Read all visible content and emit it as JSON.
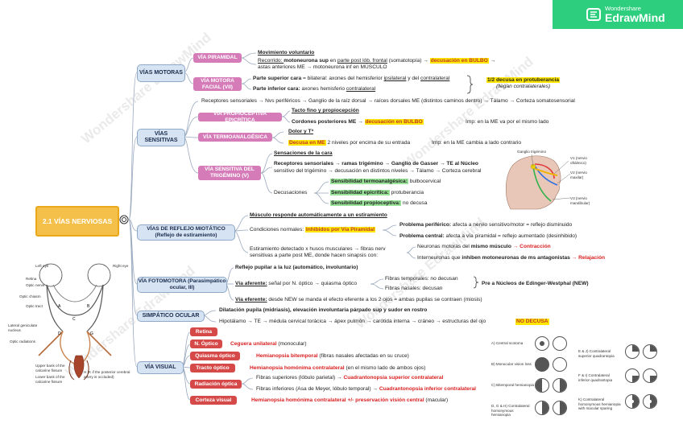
{
  "logo": {
    "line1": "Wondershare",
    "line2": "EdrawMind"
  },
  "watermark": "Wondershare EdrawMind",
  "central": "2.1 VÍAS NERVIOSAS",
  "motoras": {
    "title": "VÍAS MOTORAS",
    "piramidal": {
      "label": "VÍA PIRAMIDAL",
      "l1": "Movimiento voluntario",
      "l2a": "Recorrido: ",
      "l2b": "motoneurona sup",
      "l2c": " en ",
      "l2d": "parte post lób. frontal",
      "l2e": " (somatotopía) → ",
      "l2f": "decusación en BULBO",
      "l2g": " →",
      "l3": "astas anteriores ME → motoneurona inf en MÚSCULO"
    },
    "facial": {
      "label": "VÍA MOTORA FACIAL (VII)",
      "sup_a": "Parte superior cara",
      "sup_b": " = bilateral: axones del hemisferior ",
      "sup_c": "ipsilateral",
      "sup_d": " y del ",
      "sup_e": "contralateral",
      "inf_a": "Parte inferior cara:",
      "inf_b": " axones hemisferio ",
      "inf_c": "contralateral",
      "note1": "1/2 decusa en protuberancia",
      "note2": "(llegan contralaterales)"
    }
  },
  "sensitivas": {
    "title": "VÍAS SENSITIVAS",
    "receptores": "Receptores sensoriales → Nvs periféricos → Ganglio de la raíz dorsal → raíces dorsales ME (distintos caminos dentro) → Tálamo → Corteza somatosensorial",
    "epicritica": {
      "label": "VÍA PROPIOCEPTIVA EPICRÍTICA",
      "l1": "Tacto fino y propiocepción",
      "l2a": "Cordones posteriores ME → ",
      "l2b": "decusación en BULBO",
      "imp": "Imp: en la ME va por el mismo lado"
    },
    "termo": {
      "label": "VÍA TERMOANALGÉSICA",
      "l1": "Dolor y Tª",
      "l2a": "Decusa en ME",
      "l2b": " 2 niveles por encima de su entrada",
      "imp": "Imp: en la ME cambia a lado contrario"
    },
    "trigemino": {
      "label": "VÍA SENSITIVA DEL TRIGÉMINO (V)",
      "l1": "Sensaciones de la cara",
      "l2": "Receptores sensoriales → ramas trigémino → Ganglio de Gasser → TE al Núcleo",
      "l3": "sensitivo del trigémino → decusación en distintos niveles → Tálamo → Corteza cerebral",
      "dec": "Decusaciones",
      "d1a": "Sensibilidad termoanalgésica:",
      "d1b": " bulbocervical",
      "d2a": "Sensibilidad epicrítica:",
      "d2b": " protuberancia",
      "d3a": "Sensibilidad propioceptiva:",
      "d3b": " no decusa"
    }
  },
  "reflejo": {
    "title": "VÍAS DE REFLEJO MIOTÁTICO (Reflejo de estiramiento)",
    "l1": "Músculo responde automáticamente a un estiramiento",
    "l2a": "Condiciones normales: ",
    "l2b": "Inhibidos por Vía Piramidal",
    "p1a": "Problema periférico:",
    "p1b": " afecta a nervio sensitivo/motor = reflejo disminuido",
    "p2a": "Problema central:",
    "p2b": " afecta a vía piramidal = reflejo aumentado (desinhibido)",
    "est1": "Estiramiento detectado x husos musculares → fibras nerv",
    "est2": "sensitivas a parte post ME, donde hacen sinapsis con:",
    "n1a": "Neuronas motoras del ",
    "n1b": "mismo músculo",
    "n1c": " → Contracción",
    "n2a": "Interneuronas que ",
    "n2b": "inhiben motoneuronas de ms antagonistas",
    "n2c": " → Relajación"
  },
  "fotomotora": {
    "title": "VÍA FOTOMOTORA (Parasimpático ocular, III)",
    "l1": "Reflejo pupilar a la luz (automático, involuntario)",
    "aff_a": "Vía aferente:",
    "aff_b": " señal por N. óptico → quiasma óptico",
    "ft": "Fibras temporales: no decusan",
    "fn": "Fibras nasales: decusan",
    "edin": "Pre a Núcleos de Edinger-Westphal (NEW)",
    "eff_a": "Vía eferente:",
    "eff_b": " desde NEW se manda el efecto eferente a los 2 ojos = ambas pupilas se contraen (miosis)"
  },
  "simpatico": {
    "title": "SIMPÁTICO OCULAR",
    "l1": "Dilatación pupila (midriasis), elevación involuntaria párpado sup y sudor en rostro",
    "l2": "Hipotálamo → TE → médula cervical torácica → ápex pulmón → carótida interna → cráneo → estructuras del ojo",
    "nodecusa": "NO DECUSA"
  },
  "visual": {
    "title": "VÍA VISUAL",
    "items": [
      {
        "label": "Retina",
        "text": ""
      },
      {
        "label": "N. Óptico",
        "text_a": "Ceguera unilateral",
        "text_b": " (monocular)"
      },
      {
        "label": "Quiasma óptico",
        "text_a": "Hemianopsia bitemporal",
        "text_b": " (fibras nasales afectadas en su cruce)"
      },
      {
        "label": "Tracto óptico",
        "text_a": "Hemianopsia homónima contralateral",
        "text_b": " (en el mismo lado de ambos ojos)"
      },
      {
        "label": "Radiación óptica",
        "text_a": "Fibras superiores (lóbulo parietal) → ",
        "text_b": "Cuadrantonopsia superior contralateral",
        "text_c": "Fibras inferiores (Asa de Meyer, lóbulo temporal) → ",
        "text_d": "Cuadrantonopsia inferior contralateral"
      },
      {
        "label": "Corteza visual",
        "text_a": "Hemianopsia homónima contralateral +/- preservación visión central",
        "text_b": " (macular)"
      }
    ]
  },
  "eye_labels": [
    "Left eye",
    "Right eye",
    "Retina",
    "Optic nerve",
    "Optic chiasm",
    "Optic tract",
    "Lateral geniculate nucleus",
    "Optic radiations",
    "Upper bank of the calcarine fissure",
    "Lower bank of the calcarine fissure",
    "H (K if the posterior cerebral artery is occluded)"
  ],
  "field_labels": [
    "A) Central scotoma",
    "B) Monocular vision loss",
    "C) Bitemporal hemianopia",
    "D, G & H) Contralateral homonymous hemianopia",
    "E & J) Contralateral superior quadrantopia",
    "F & I) Contralateral inferior quadrantopia",
    "K) Contralateral homonymous hemianopia with macular sparing"
  ],
  "face_labels": [
    "Ganglio trigémino",
    "V1 (nervio oftálmico)",
    "V2 (nervio maxilar)",
    "V3 (nervio mandibular)"
  ]
}
